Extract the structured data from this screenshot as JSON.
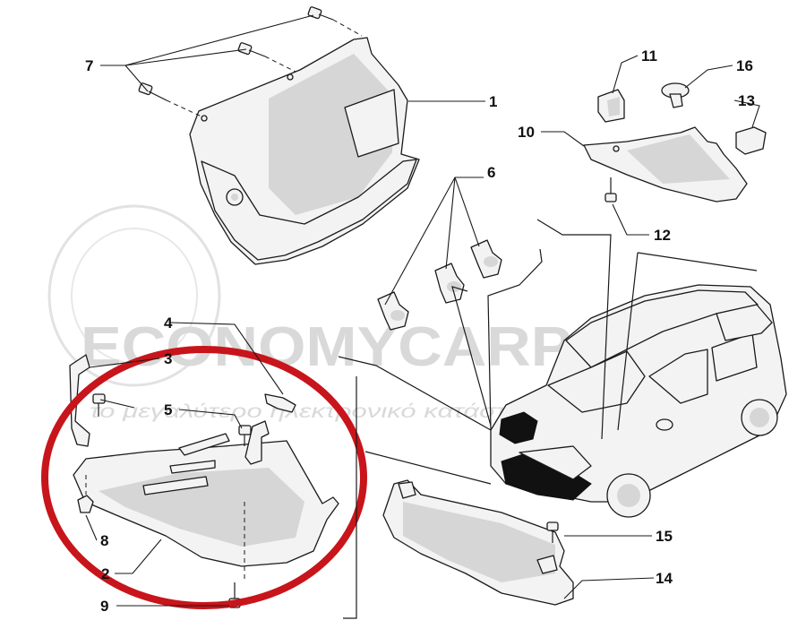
{
  "watermark": {
    "brand": "ECONOMYCARPARTS",
    "tagline": "το μεγαλύτερο ηλεκτρονικό κατάστημα ανταλλακτικών"
  },
  "colors": {
    "highlight_ring": "#c8141b",
    "line": "#1a1a1a",
    "part_fill": "#f3f3f3",
    "shade": "#d6d6d6",
    "watermark": "#d9d9d9"
  },
  "callouts": [
    {
      "id": "c1",
      "label": "1"
    },
    {
      "id": "c2",
      "label": "2"
    },
    {
      "id": "c3",
      "label": "3"
    },
    {
      "id": "c4",
      "label": "4"
    },
    {
      "id": "c5",
      "label": "5"
    },
    {
      "id": "c6",
      "label": "6"
    },
    {
      "id": "c7",
      "label": "7"
    },
    {
      "id": "c8",
      "label": "8"
    },
    {
      "id": "c9",
      "label": "9"
    },
    {
      "id": "c10",
      "label": "10"
    },
    {
      "id": "c11",
      "label": "11"
    },
    {
      "id": "c12",
      "label": "12"
    },
    {
      "id": "c13",
      "label": "13"
    },
    {
      "id": "c14",
      "label": "14"
    },
    {
      "id": "c15",
      "label": "15"
    },
    {
      "id": "c16",
      "label": "16"
    }
  ]
}
